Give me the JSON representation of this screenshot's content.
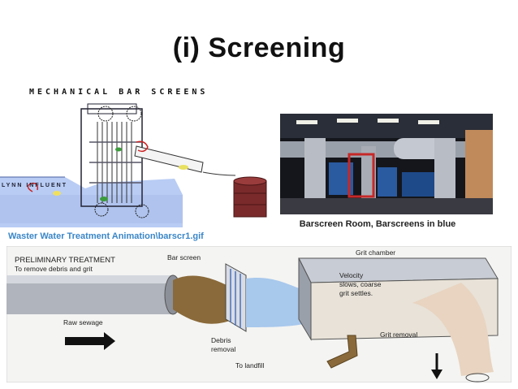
{
  "slide": {
    "title": "(i) Screening"
  },
  "mechanical_diagram": {
    "header": "MECHANICAL  BAR  SCREENS",
    "influent_label": "LYNN  INFLUENT"
  },
  "photo": {
    "caption": "Barscreen Room, Barscreens in blue"
  },
  "animation_link": {
    "text": "Waster Water Treatment Animation\\barscr1.gif"
  },
  "process_diagram": {
    "heading_line1": "PRELIMINARY TREATMENT",
    "heading_line2": "To remove debris and grit",
    "bar_screen": "Bar screen",
    "grit_chamber": "Grit chamber",
    "velocity_line1": "Velocity",
    "velocity_line2": "slows, coarse",
    "velocity_line3": "grit settles.",
    "raw_sewage": "Raw sewage",
    "debris_line1": "Debris",
    "debris_line2": "removal",
    "grit_removal": "Grit removal",
    "to_landfill": "To landfill"
  },
  "colors": {
    "water": "#b4c8f0",
    "screen_blue": "#4a72b8",
    "link": "#3a86c8",
    "sewage_brown": "#8a6a3a"
  }
}
